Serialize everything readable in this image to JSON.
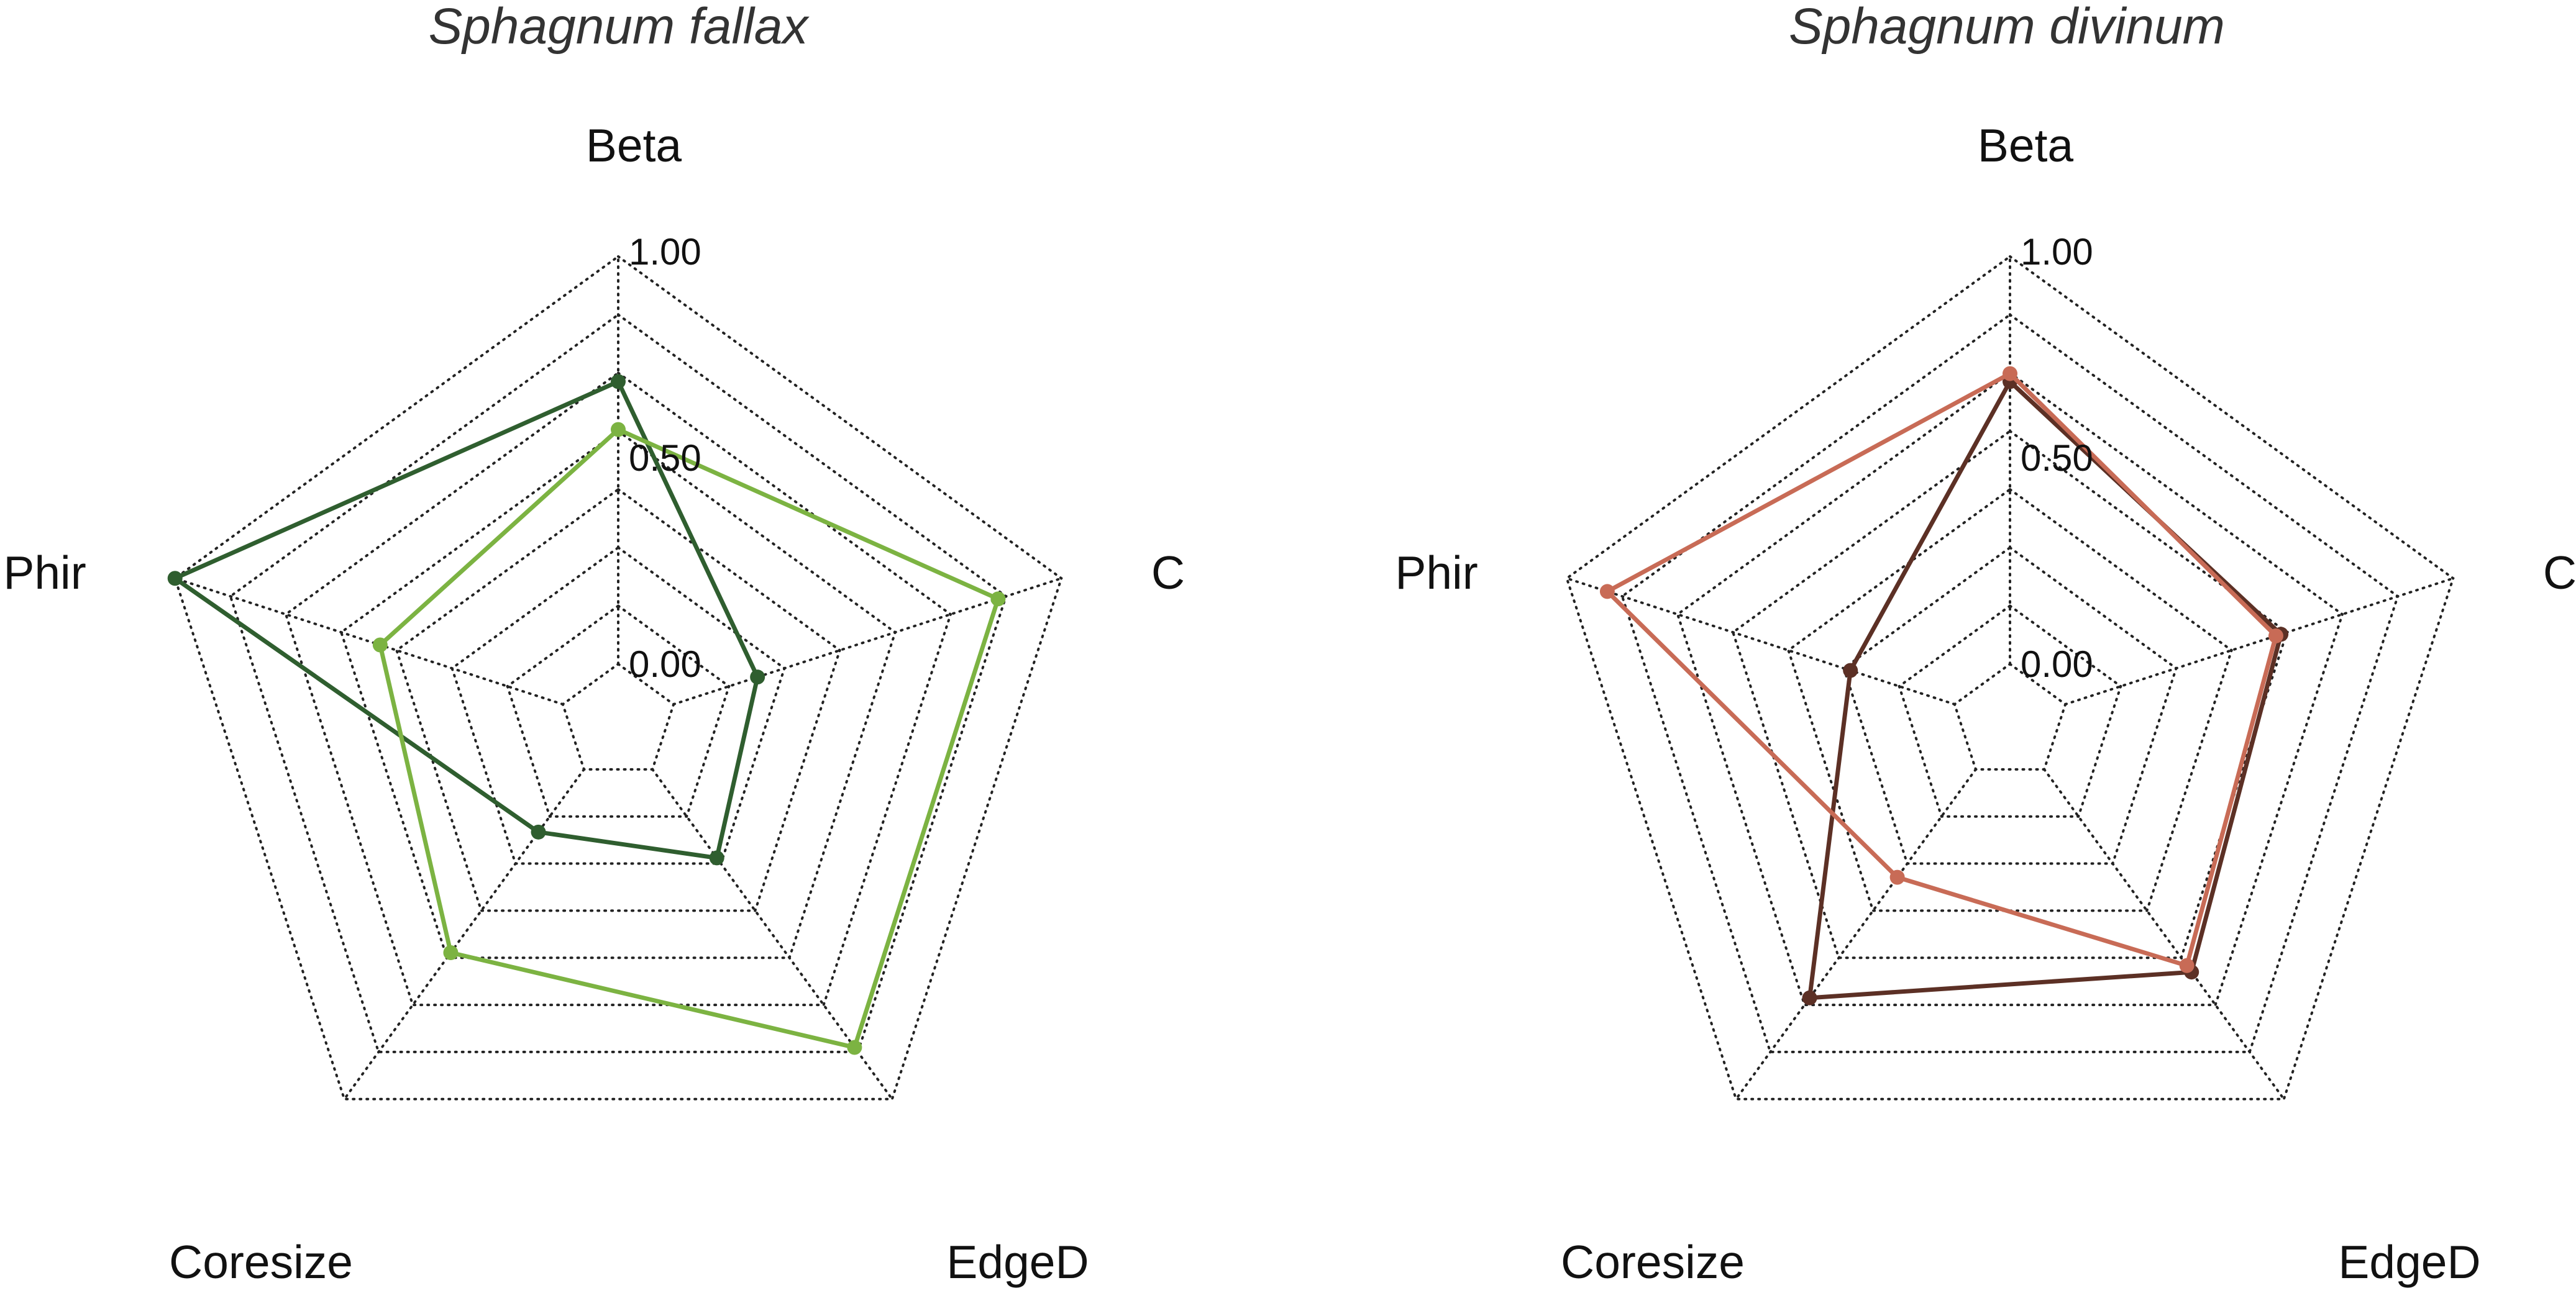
{
  "chart_data": [
    {
      "type": "radar",
      "title": "Sphagnum fallax",
      "axes": [
        "Beta",
        "C",
        "EdgeD",
        "Coresize",
        "Phir"
      ],
      "ticks": [
        "1.00",
        "0.50",
        "0.00"
      ],
      "range": [
        -0.75,
        1.0
      ],
      "rings": 8,
      "series": [
        {
          "color": "#2f5e2f",
          "values": [
            0.53,
            -0.2,
            -0.12,
            -0.24,
            1.0
          ]
        },
        {
          "color": "#7cb342",
          "values": [
            0.35,
            0.75,
            0.76,
            0.32,
            0.19
          ]
        }
      ]
    },
    {
      "type": "radar",
      "title": "Sphagnum divinum",
      "axes": [
        "Beta",
        "C",
        "EdgeD",
        "Coresize",
        "Phir"
      ],
      "ticks": [
        "1.00",
        "0.50",
        "0.00"
      ],
      "range": [
        -0.75,
        1.0
      ],
      "rings": 8,
      "series": [
        {
          "color": "#5c3025",
          "values": [
            0.53,
            0.32,
            0.41,
            0.53,
            -0.12
          ]
        },
        {
          "color": "#c86b56",
          "values": [
            0.56,
            0.3,
            0.38,
            -0.03,
            0.84
          ]
        }
      ]
    }
  ]
}
